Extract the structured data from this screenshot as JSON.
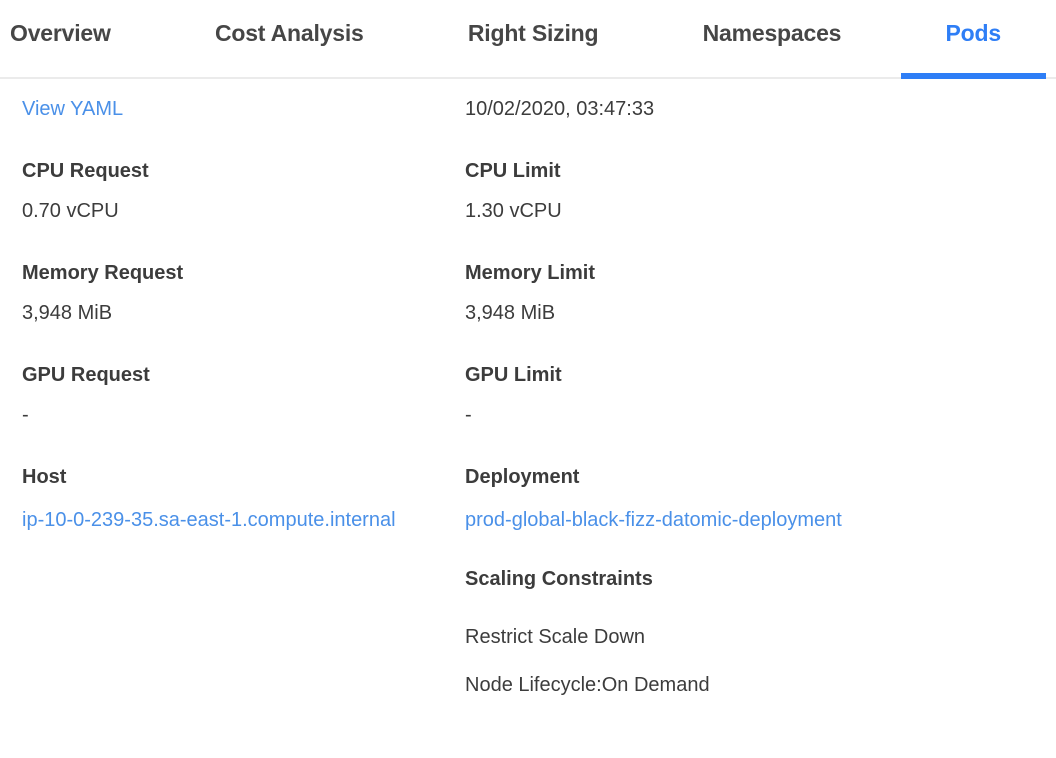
{
  "tabs": [
    {
      "label": "Overview",
      "active": false
    },
    {
      "label": "Cost Analysis",
      "active": false
    },
    {
      "label": "Right Sizing",
      "active": false
    },
    {
      "label": "Namespaces",
      "active": false
    },
    {
      "label": "Pods",
      "active": true
    }
  ],
  "top": {
    "view_yaml_label": "View YAML",
    "timestamp": "10/02/2020, 03:47:33"
  },
  "fields": {
    "left": [
      {
        "label": "CPU Request",
        "value": "0.70 vCPU"
      },
      {
        "label": "Memory Request",
        "value": "3,948 MiB"
      },
      {
        "label": "GPU Request",
        "value": "-"
      },
      {
        "label": "Host",
        "value": "ip-10-0-239-35.sa-east-1.compute.internal"
      }
    ],
    "right": [
      {
        "label": "CPU Limit",
        "value": "1.30 vCPU"
      },
      {
        "label": "Memory Limit",
        "value": "3,948 MiB"
      },
      {
        "label": "GPU Limit",
        "value": "-"
      },
      {
        "label": "Deployment",
        "value": "prod-global-black-fizz-datomic-deployment"
      }
    ]
  },
  "scaling": {
    "title": "Scaling Constraints",
    "items": [
      "Restrict Scale Down",
      "Node Lifecycle:On Demand"
    ]
  },
  "colors": {
    "accent": "#2e7ef6",
    "link": "#4a90e8",
    "text": "#3c3c3c",
    "tab_inactive": "#464646",
    "divider": "#ebebeb"
  }
}
